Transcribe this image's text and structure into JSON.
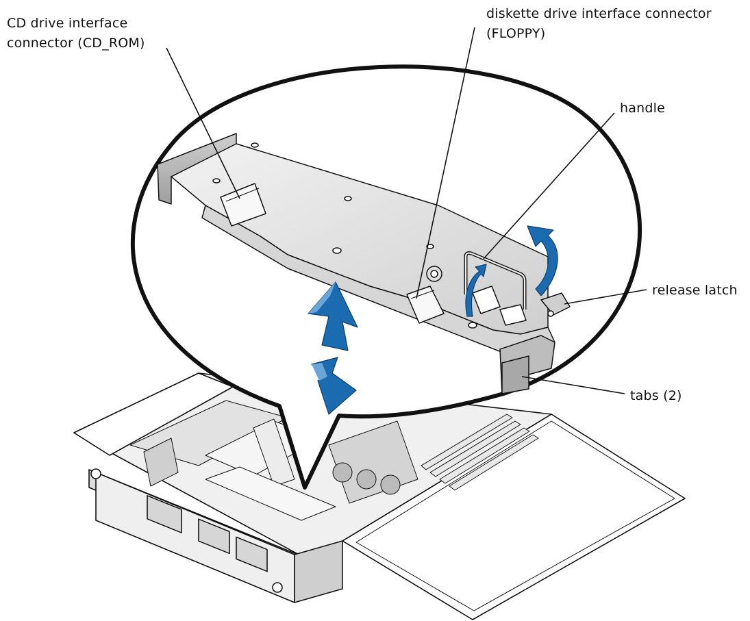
{
  "callouts": {
    "cd_connector": {
      "line1": "CD drive interface",
      "line2": "connector (CD_ROM)"
    },
    "floppy_connector": {
      "line1": "diskette drive interface connector",
      "line2": "(FLOPPY)"
    },
    "handle": "handle",
    "release_latch": "release latch",
    "tabs": "tabs (2)"
  },
  "colors": {
    "arrow": "#1a6bb0",
    "arrow_light": "#6aa6d8",
    "outline": "#111111",
    "tray_fill": "#e4e4e4",
    "tray_shade": "#bdbdbd",
    "background": "#ffffff"
  }
}
